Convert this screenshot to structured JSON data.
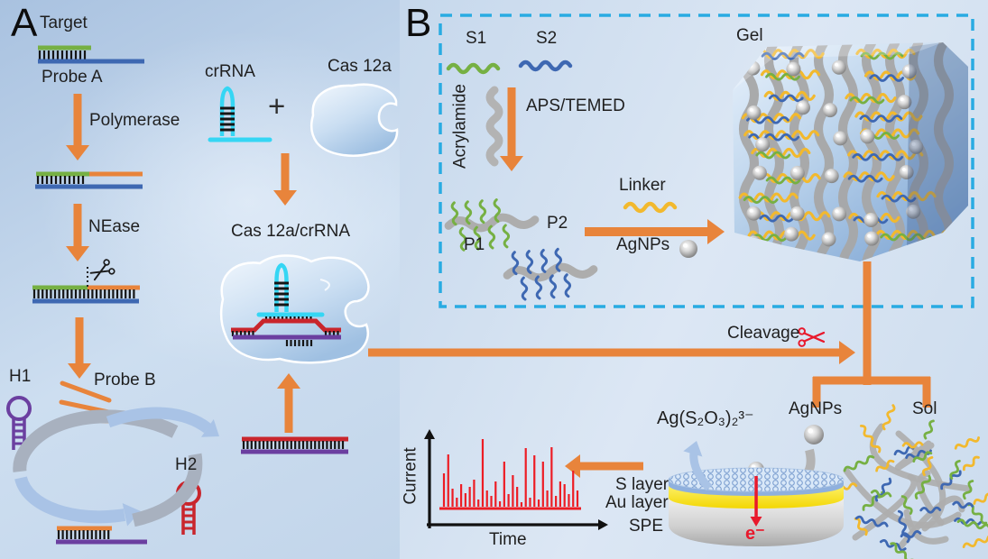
{
  "panelA": {
    "label": "A",
    "target": "Target",
    "probe_a": "Probe A",
    "polymerase": "Polymerase",
    "nease": "NEase",
    "h1": "H1",
    "probe_b": "Probe B",
    "h2": "H2",
    "crrna": "crRNA",
    "plus": "+",
    "cas12a": "Cas 12a",
    "complex": "Cas 12a/crRNA"
  },
  "panelB": {
    "label": "B",
    "s1": "S1",
    "s2": "S2",
    "acrylamide": "Acrylamide",
    "aps_temed": "APS/TEMED",
    "p1": "P1",
    "p2": "P2",
    "linker": "Linker",
    "agnps": "AgNPs",
    "gel": "Gel",
    "cleavage": "Cleavage",
    "agnps_released": "AgNPs",
    "sol": "Sol",
    "silver_thiosulfate": "Ag(S₂O₃)₂³⁻",
    "s_layer": "S layer",
    "au_layer": "Au layer",
    "spe": "SPE",
    "electron": "e⁻"
  },
  "chart_data": {
    "type": "spike-train",
    "xlabel": "Time",
    "ylabel": "Current",
    "axes_arrows": true,
    "spike_color": "#ed1c24",
    "spikes": [
      37,
      58,
      20,
      10,
      25,
      15,
      22,
      30,
      8,
      75,
      18,
      12,
      28,
      6,
      50,
      14,
      35,
      22,
      5,
      65,
      10,
      57,
      8,
      50,
      18,
      66,
      12,
      28,
      25,
      14,
      40,
      18
    ]
  },
  "colors": {
    "orange": "#e8843b",
    "green": "#76b043",
    "blue": "#3e68b2",
    "purple": "#6b3fa0",
    "dark_red": "#c9252c",
    "bright_red": "#ed1c24",
    "cyan": "#35d6f4",
    "dashed_border": "#29abe2",
    "gray_strand": "#b3b3b3",
    "yellow": "#f2b92e",
    "gold": "#f8e01c",
    "arrow_blue": "#a9c3e6",
    "cycle_gray": "#a8b1bf",
    "text": "#1f1f1f"
  }
}
